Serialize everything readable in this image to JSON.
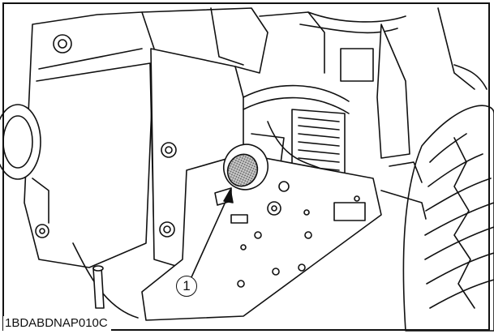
{
  "figure": {
    "id_code": "1BDABDNAP010C",
    "callouts": [
      {
        "label": "1",
        "target": "oil-level-gauge"
      }
    ],
    "colors": {
      "line": "#111111",
      "background": "#ffffff",
      "gauge_fill": "#9a9a9a"
    }
  }
}
